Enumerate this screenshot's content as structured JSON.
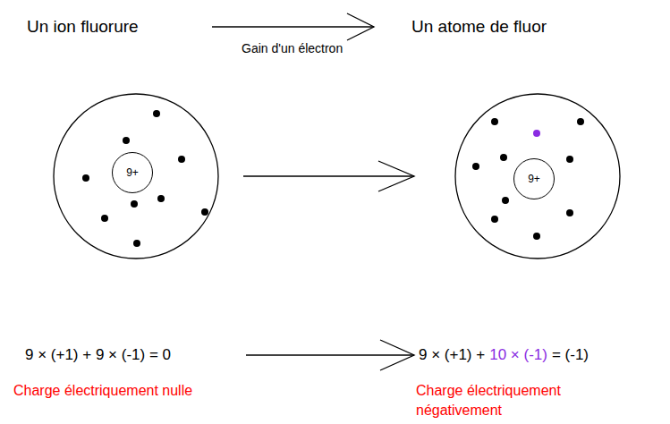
{
  "diagram": {
    "nodes": [
      {
        "text": [
          "9+"
        ]
      },
      {
        "text": [
          "9+"
        ]
      }
    ],
    "labels": [
      "Un ion fluorure",
      "Gain d'un électron",
      "Un atome de fluor",
      "9 × (+1) + 9 × (-1) = 0",
      "9 × (+1) +",
      "10 × (-1)",
      "= (-1)",
      "Charge électriquement nulle",
      "Charge électriquement négativement"
    ]
  }
}
